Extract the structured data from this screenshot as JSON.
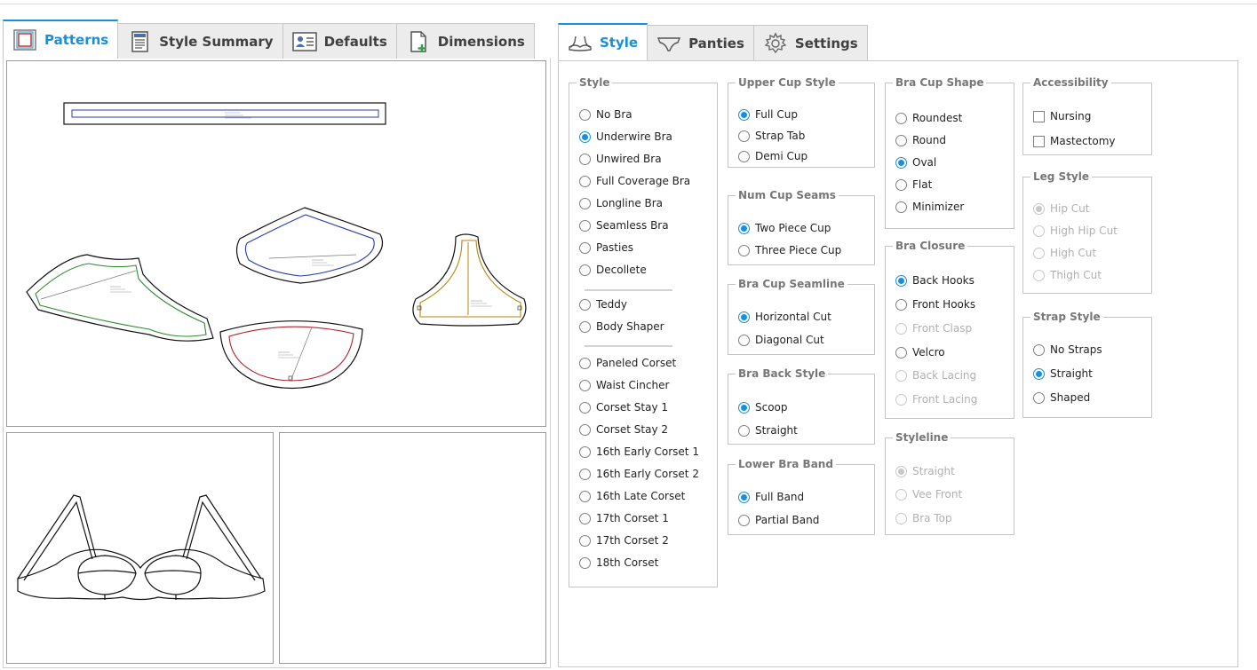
{
  "left_tabs": [
    {
      "label": "Patterns",
      "icon": "patterns-icon",
      "active": true
    },
    {
      "label": "Style Summary",
      "icon": "style-summary-icon",
      "active": false
    },
    {
      "label": "Defaults",
      "icon": "defaults-icon",
      "active": false
    },
    {
      "label": "Dimensions",
      "icon": "dimensions-icon",
      "active": false
    }
  ],
  "right_tabs": [
    {
      "label": "Style",
      "icon": "bra-icon",
      "active": true
    },
    {
      "label": "Panties",
      "icon": "panties-icon",
      "active": false
    },
    {
      "label": "Settings",
      "icon": "gear-icon",
      "active": false
    }
  ],
  "colors": {
    "accent": "#1b8fd6",
    "green_piece": "#2e8b2e",
    "blue_piece": "#2a3fa8",
    "red_piece": "#b0242f",
    "gold_piece": "#b8860b"
  },
  "groups": {
    "style": {
      "legend": "Style",
      "options": [
        {
          "label": "No Bra",
          "selected": false
        },
        {
          "label": "Underwire Bra",
          "selected": true
        },
        {
          "label": "Unwired Bra",
          "selected": false
        },
        {
          "label": "Full Coverage Bra",
          "selected": false
        },
        {
          "label": "Longline Bra",
          "selected": false
        },
        {
          "label": "Seamless Bra",
          "selected": false
        },
        {
          "label": "Pasties",
          "selected": false
        },
        {
          "label": "Decollete",
          "selected": false
        },
        {
          "label": "Teddy",
          "selected": false
        },
        {
          "label": "Body Shaper",
          "selected": false
        },
        {
          "label": "Paneled Corset",
          "selected": false
        },
        {
          "label": "Waist Cincher",
          "selected": false
        },
        {
          "label": "Corset Stay 1",
          "selected": false
        },
        {
          "label": "Corset Stay 2",
          "selected": false
        },
        {
          "label": "16th Early Corset 1",
          "selected": false
        },
        {
          "label": "16th Early Corset 2",
          "selected": false
        },
        {
          "label": "16th Late Corset",
          "selected": false
        },
        {
          "label": "17th Corset 1",
          "selected": false
        },
        {
          "label": "17th Corset 2",
          "selected": false
        },
        {
          "label": "18th Corset",
          "selected": false
        }
      ]
    },
    "upper_cup_style": {
      "legend": "Upper Cup Style",
      "options": [
        {
          "label": "Full Cup",
          "selected": true
        },
        {
          "label": "Strap Tab",
          "selected": false
        },
        {
          "label": "Demi Cup",
          "selected": false
        }
      ]
    },
    "num_cup_seams": {
      "legend": "Num Cup Seams",
      "options": [
        {
          "label": "Two Piece Cup",
          "selected": true
        },
        {
          "label": "Three Piece Cup",
          "selected": false
        }
      ]
    },
    "bra_cup_seamline": {
      "legend": "Bra Cup Seamline",
      "options": [
        {
          "label": "Horizontal Cut",
          "selected": true
        },
        {
          "label": "Diagonal Cut",
          "selected": false
        }
      ]
    },
    "bra_back_style": {
      "legend": "Bra Back Style",
      "options": [
        {
          "label": "Scoop",
          "selected": true
        },
        {
          "label": "Straight",
          "selected": false
        }
      ]
    },
    "lower_bra_band": {
      "legend": "Lower Bra Band",
      "options": [
        {
          "label": "Full Band",
          "selected": true
        },
        {
          "label": "Partial Band",
          "selected": false
        }
      ]
    },
    "bra_cup_shape": {
      "legend": "Bra Cup Shape",
      "options": [
        {
          "label": "Roundest",
          "selected": false
        },
        {
          "label": "Round",
          "selected": false
        },
        {
          "label": "Oval",
          "selected": true
        },
        {
          "label": "Flat",
          "selected": false
        },
        {
          "label": "Minimizer",
          "selected": false
        }
      ]
    },
    "bra_closure": {
      "legend": "Bra Closure",
      "options": [
        {
          "label": "Back Hooks",
          "selected": true,
          "disabled": false
        },
        {
          "label": "Front Hooks",
          "selected": false,
          "disabled": false
        },
        {
          "label": "Front Clasp",
          "selected": false,
          "disabled": true
        },
        {
          "label": "Velcro",
          "selected": false,
          "disabled": false
        },
        {
          "label": "Back Lacing",
          "selected": false,
          "disabled": true
        },
        {
          "label": "Front Lacing",
          "selected": false,
          "disabled": true
        }
      ]
    },
    "styleline": {
      "legend": "Styleline",
      "options": [
        {
          "label": "Straight",
          "selected": true,
          "disabled": true
        },
        {
          "label": "Vee Front",
          "selected": false,
          "disabled": true
        },
        {
          "label": "Bra Top",
          "selected": false,
          "disabled": true
        }
      ]
    },
    "accessibility": {
      "legend": "Accessibility",
      "options": [
        {
          "label": "Nursing",
          "checked": false
        },
        {
          "label": "Mastectomy",
          "checked": false
        }
      ]
    },
    "leg_style": {
      "legend": "Leg Style",
      "options": [
        {
          "label": "Hip Cut",
          "selected": true,
          "disabled": true
        },
        {
          "label": "High Hip Cut",
          "selected": false,
          "disabled": true
        },
        {
          "label": "High Cut",
          "selected": false,
          "disabled": true
        },
        {
          "label": "Thigh Cut",
          "selected": false,
          "disabled": true
        }
      ]
    },
    "strap_style": {
      "legend": "Strap Style",
      "options": [
        {
          "label": "No Straps",
          "selected": false
        },
        {
          "label": "Straight",
          "selected": true
        },
        {
          "label": "Shaped",
          "selected": false
        }
      ]
    }
  }
}
